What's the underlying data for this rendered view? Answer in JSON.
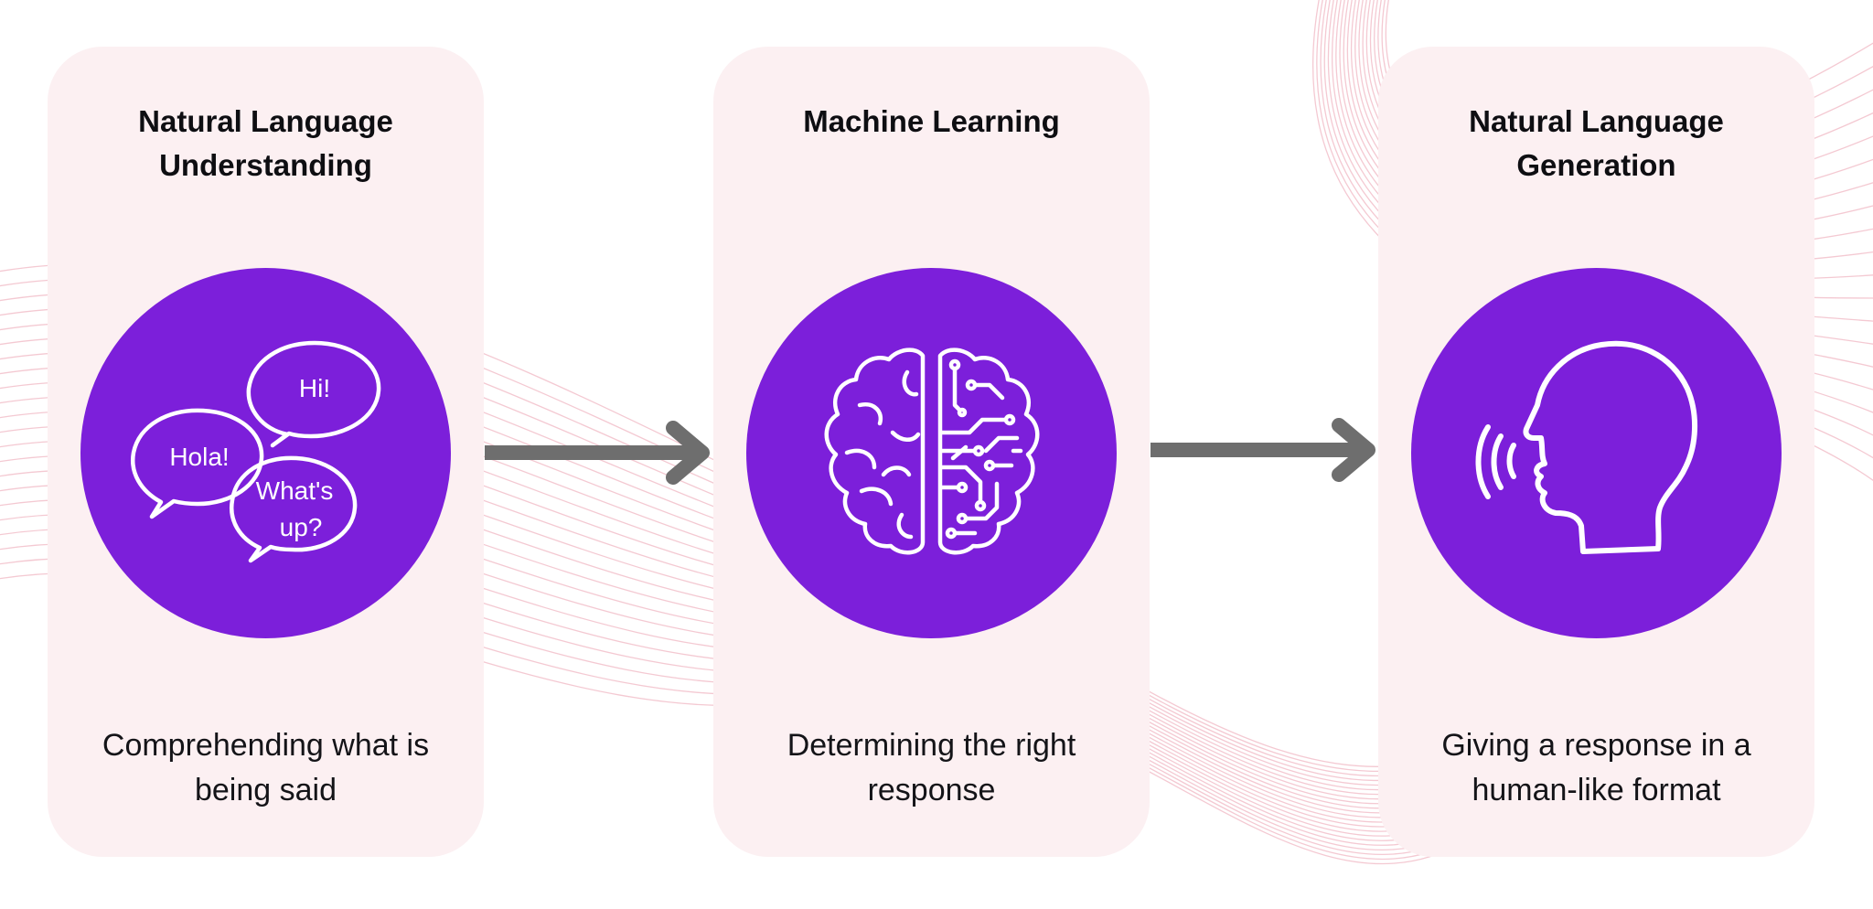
{
  "colors": {
    "card_background": "#fcf0f2",
    "circle": "#7c1fda",
    "icon_stroke": "#ffffff",
    "arrow": "#6e6e6e",
    "background_lines": "#f4c9d2"
  },
  "stages": [
    {
      "title": "Natural Language Understanding",
      "icon": "speech-bubbles-icon",
      "bubbles": [
        "Hi!",
        "Hola!",
        "What's",
        "up?"
      ],
      "description": "Comprehending what is being said"
    },
    {
      "title": "Machine Learning",
      "icon": "circuit-brain-icon",
      "description": "Determining the right response"
    },
    {
      "title": "Natural Language Generation",
      "icon": "speaking-head-icon",
      "description": "Giving a response in a human-like format"
    }
  ],
  "arrows": [
    "right-arrow-icon",
    "right-arrow-icon"
  ]
}
